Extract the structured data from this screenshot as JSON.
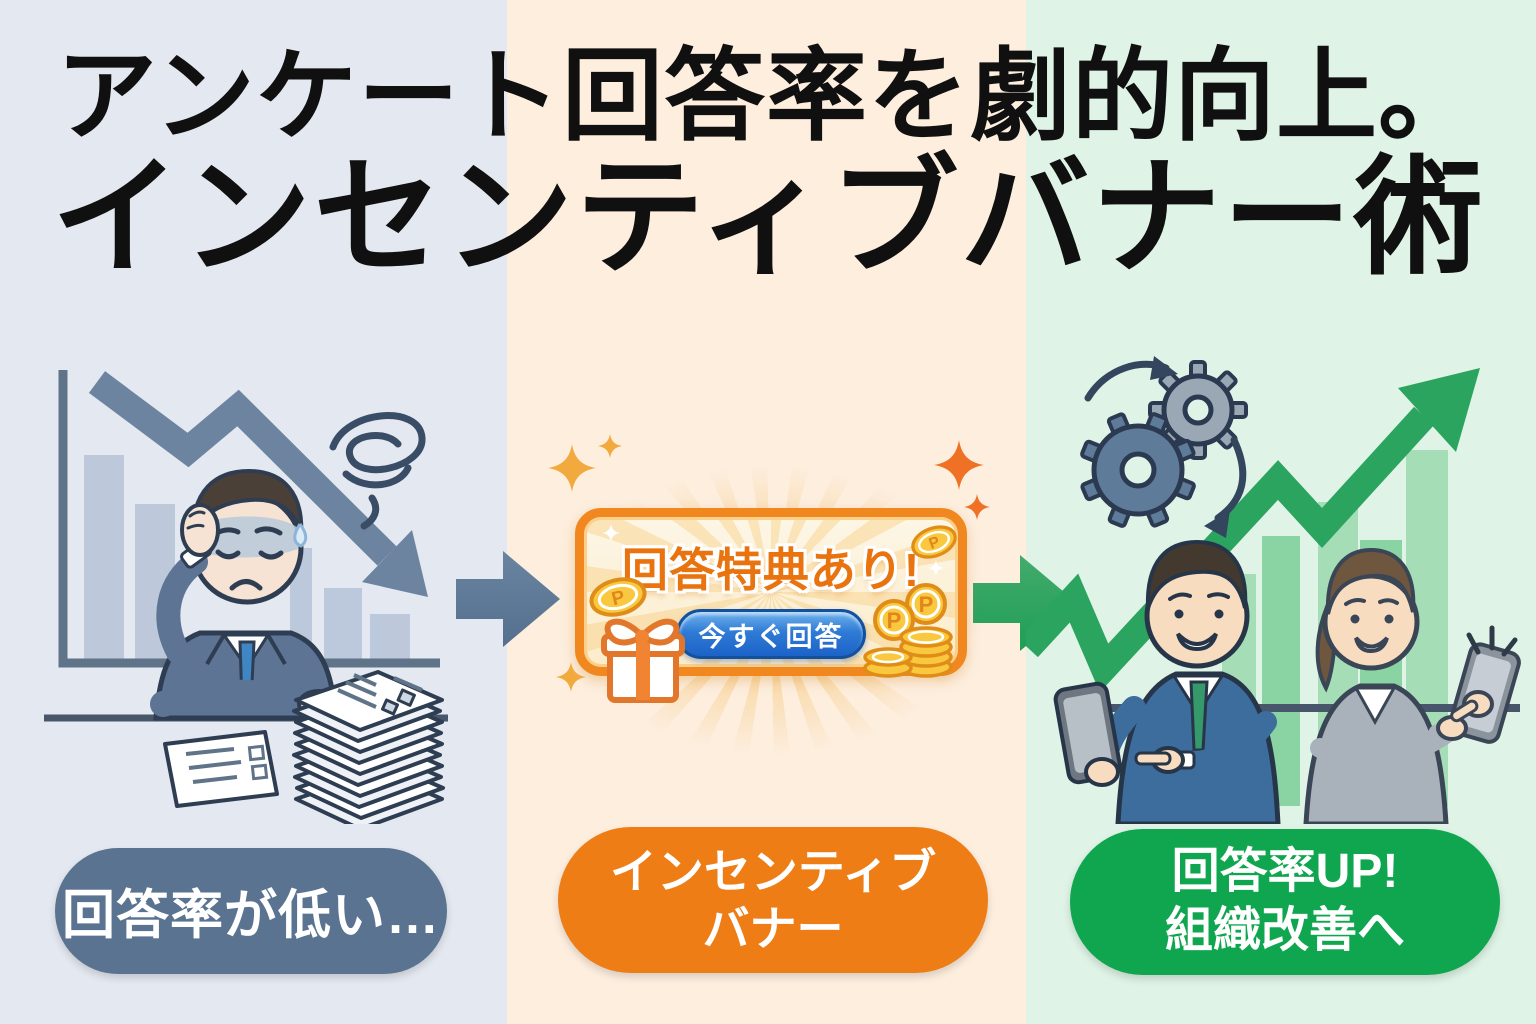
{
  "title": {
    "line1": "アンケート回答率を劇的向上。",
    "line2": "インセンティブバナー術"
  },
  "steps": {
    "problem": {
      "caption": "回答率が低い…"
    },
    "solution": {
      "caption_line1": "インセンティブ",
      "caption_line2": "バナー"
    },
    "result": {
      "caption_line1": "回答率UP!",
      "caption_line2": "組織改善へ"
    }
  },
  "banner": {
    "headline": "回答特典あり!",
    "cta_label": "今すぐ回答",
    "coin_letter": "P"
  },
  "colors": {
    "title_text": "#101010",
    "panel_problem_bg": "#e4e8f0",
    "panel_solution_bg": "#fdeede",
    "panel_result_bg": "#dff3e6",
    "problem_accent": "#5a7390",
    "solution_accent": "#ee7d15",
    "result_accent": "#0fa64f",
    "banner_border": "#f0881f",
    "banner_headline": "#e9730e",
    "cta_button_blue": "#1c63c8",
    "coin_gold": "#f8c83f",
    "decline_arrow": "#6d84a1",
    "rise_arrow": "#2aa45e"
  },
  "icons": {
    "declining_chart": "bar-chart-with-zigzag-down-arrow",
    "stress_scribble": "scribble-swirl",
    "stressed_man": "man-holding-head-at-desk",
    "paper_stack": "stack-of-survey-forms",
    "survey_form": "form-sheet",
    "flow_arrow": "block-arrow-right",
    "gift_box": "white-gift-with-orange-ribbon",
    "point_coin": "gold-coin-with-P",
    "coin_stack": "stacked-gold-coins",
    "sparkle": "four-point-star",
    "gears_cycle": "two-gears-with-cycle-arrows",
    "rising_chart": "bar-chart-with-zigzag-up-arrow",
    "man_with_phone": "businessman-tapping-smartphone",
    "woman_with_phone": "businesswoman-tapping-smartphone"
  }
}
